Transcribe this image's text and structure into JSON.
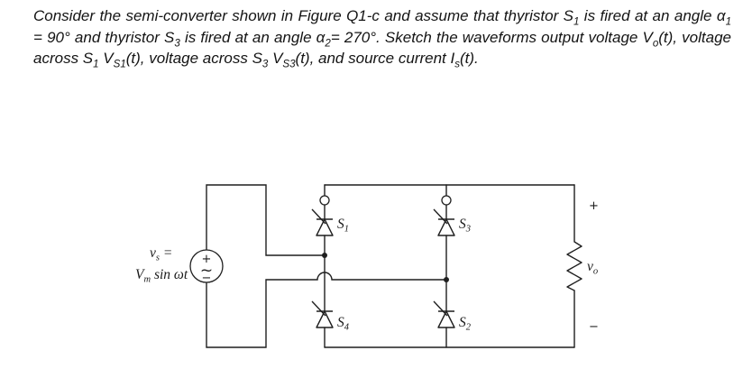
{
  "question": {
    "segments": [
      {
        "t": "Consider the semi-converter shown in Figure Q1-c and assume that thyristor S"
      },
      {
        "sub": "1"
      },
      {
        "t": " is fired at an angle α"
      },
      {
        "sub": "1"
      },
      {
        "t": " = 90° and thyristor S"
      },
      {
        "sub": "3"
      },
      {
        "t": " is fired at an angle α"
      },
      {
        "sub": "2"
      },
      {
        "t": "= 270°. Sketch the waveforms output voltage V"
      },
      {
        "sub": "o"
      },
      {
        "t": "(t), voltage across S"
      },
      {
        "sub": "1"
      },
      {
        "t": " V"
      },
      {
        "sub": "S1"
      },
      {
        "t": "(t), voltage across S"
      },
      {
        "sub": "3"
      },
      {
        "t": " V"
      },
      {
        "sub": "S3"
      },
      {
        "t": "(t), and source current I"
      },
      {
        "sub": "s"
      },
      {
        "t": "(t)."
      }
    ]
  },
  "circuit": {
    "ink_color": "#1f1f1f",
    "source": {
      "plus": "+",
      "wave": "~",
      "minus": "−",
      "label1": {
        "base": "v",
        "sub": "s",
        "rest": " ="
      },
      "label2": {
        "base": "V",
        "sub": "m",
        "rest": " sin ωt"
      }
    },
    "devices": [
      {
        "base": "S",
        "sub": "1"
      },
      {
        "base": "S",
        "sub": "3"
      },
      {
        "base": "S",
        "sub": "4"
      },
      {
        "base": "S",
        "sub": "2"
      }
    ],
    "load": {
      "plus": "+",
      "minus": "−",
      "label": {
        "base": "v",
        "sub": "o"
      }
    }
  }
}
